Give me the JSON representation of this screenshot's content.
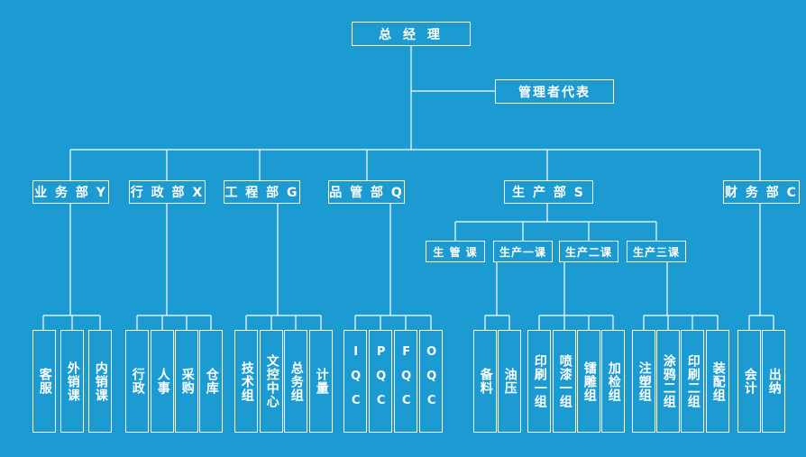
{
  "top": "总 经 理",
  "representative": "管理者代表",
  "departments": {
    "sales": "业 务 部 Y",
    "admin": "行 政 部 X",
    "engineering": "工 程 部 G",
    "quality": "品 管 部 Q",
    "production": "生 产 部 S",
    "finance": "财 务 部 C"
  },
  "production_sections": [
    "生 管 课",
    "生产一课",
    "生产二课",
    "生产三课"
  ],
  "units": {
    "sales": [
      "客服",
      "外销课",
      "内销课"
    ],
    "admin": [
      "行政",
      "人事",
      "采购",
      "仓库"
    ],
    "engineering": [
      "技术组",
      "文控中心",
      "总务组",
      "计量"
    ],
    "quality": [
      "IQC",
      "PQC",
      "FQC",
      "OQC"
    ],
    "prod1": [
      "备料",
      "油压"
    ],
    "prod2": [
      "印刷一组",
      "喷漆一组",
      "镭雕组",
      "加检组"
    ],
    "prod3": [
      "注塑组",
      "涂鸦二组",
      "印刷二组",
      "装配组"
    ],
    "finance": [
      "会计",
      "出纳"
    ]
  }
}
